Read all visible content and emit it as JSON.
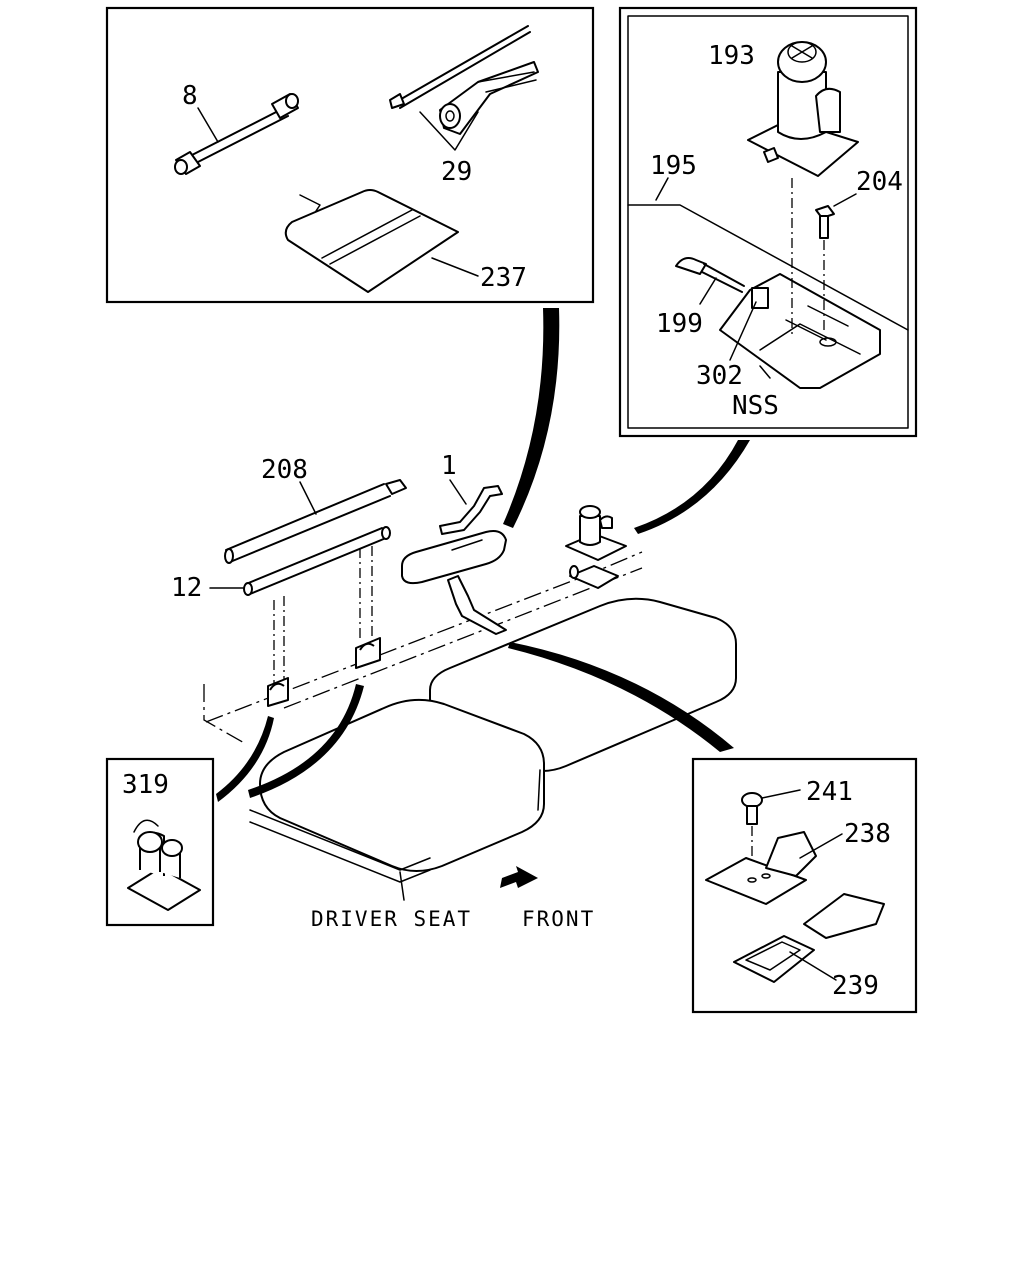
{
  "labels": {
    "p8": "8",
    "p29": "29",
    "p237": "237",
    "p193": "193",
    "p195": "195",
    "p204": "204",
    "p199": "199",
    "p302": "302",
    "nss": "NSS",
    "p208": "208",
    "p1": "1",
    "p12": "12",
    "p319": "319",
    "p241": "241",
    "p238": "238",
    "p239": "239"
  },
  "captions": {
    "driver_seat": "DRIVER SEAT",
    "front": "FRONT"
  }
}
